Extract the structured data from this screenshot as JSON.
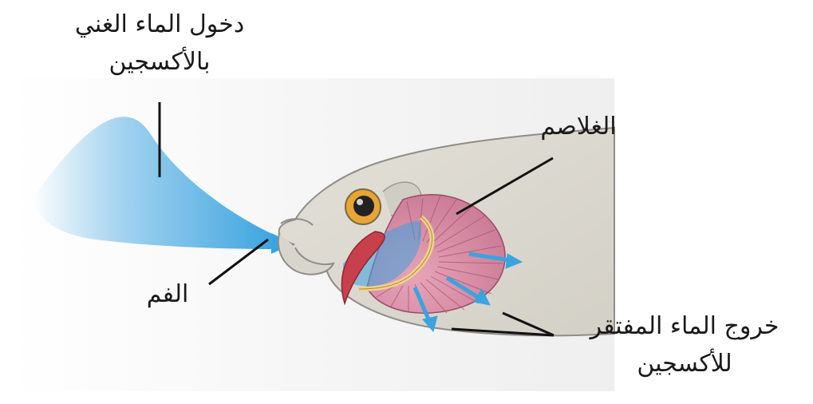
{
  "labels": {
    "water_in_line1": "دخول الماء الغني",
    "water_in_line2": "بالأكسجين",
    "gills": "الغلاصم",
    "mouth": "الفم",
    "water_out_line1": "خروج الماء المفتقر",
    "water_out_line2": "للأكسجين"
  },
  "colors": {
    "fish_body": "#dddad1",
    "fish_outline": "#8f8d86",
    "gill_pink": "#d98aa3",
    "gill_stripe": "#a0506e",
    "gill_arch": "#f2d28a",
    "operculum_red": "#c8404b",
    "water_blue": "#3aa3e0",
    "eye_orange": "#e9a534",
    "background_panel": "#f5f5f5"
  }
}
